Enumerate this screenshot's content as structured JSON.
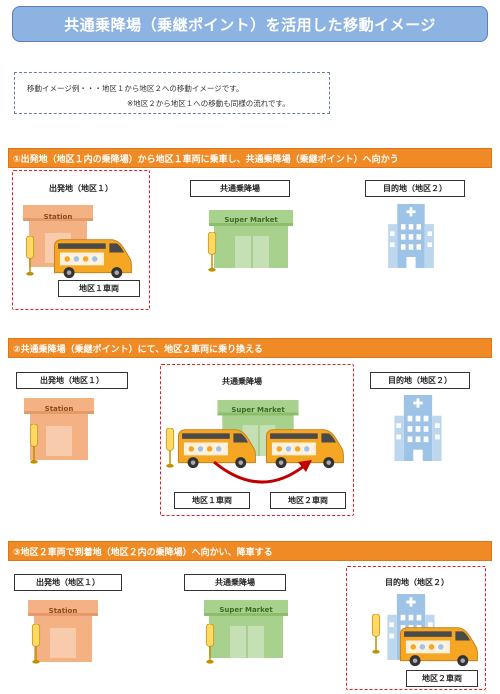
{
  "title": "共通乗降場（乗継ポイント）を活用した移動イメージ",
  "note": {
    "line1": "移動イメージ例・・・地区１から地区２への移動イメージです。",
    "line2": "※地区２から地区１への移動も同様の流れです。"
  },
  "labels": {
    "origin": "出発地（地区１）",
    "hub": "共通乗降場",
    "destination": "目的地（地区２）",
    "vehicle1": "地区１車両",
    "vehicle2": "地区２車両",
    "station_sign": "Station",
    "market_sign": "Super  Market"
  },
  "steps": [
    {
      "text": "①出発地（地区１内の乗降場）から地区１車両に乗車し、共通乗降場（乗継ポイント）へ向かう"
    },
    {
      "text": "②共通乗降場（乗継ポイント）にて、地区２車両に乗り換える"
    },
    {
      "text": "③地区２車両で到着地（地区２内の乗降場）へ向かい、降車する"
    }
  ],
  "colors": {
    "title_bg": "#8db3e2",
    "step_bar": "#f08a24",
    "highlight_dash": "#e02020",
    "station": "#f4b183",
    "market": "#a9d18e",
    "hospital": "#9dc3e6",
    "van_body": "#f5a623",
    "arrow": "#c00000"
  }
}
